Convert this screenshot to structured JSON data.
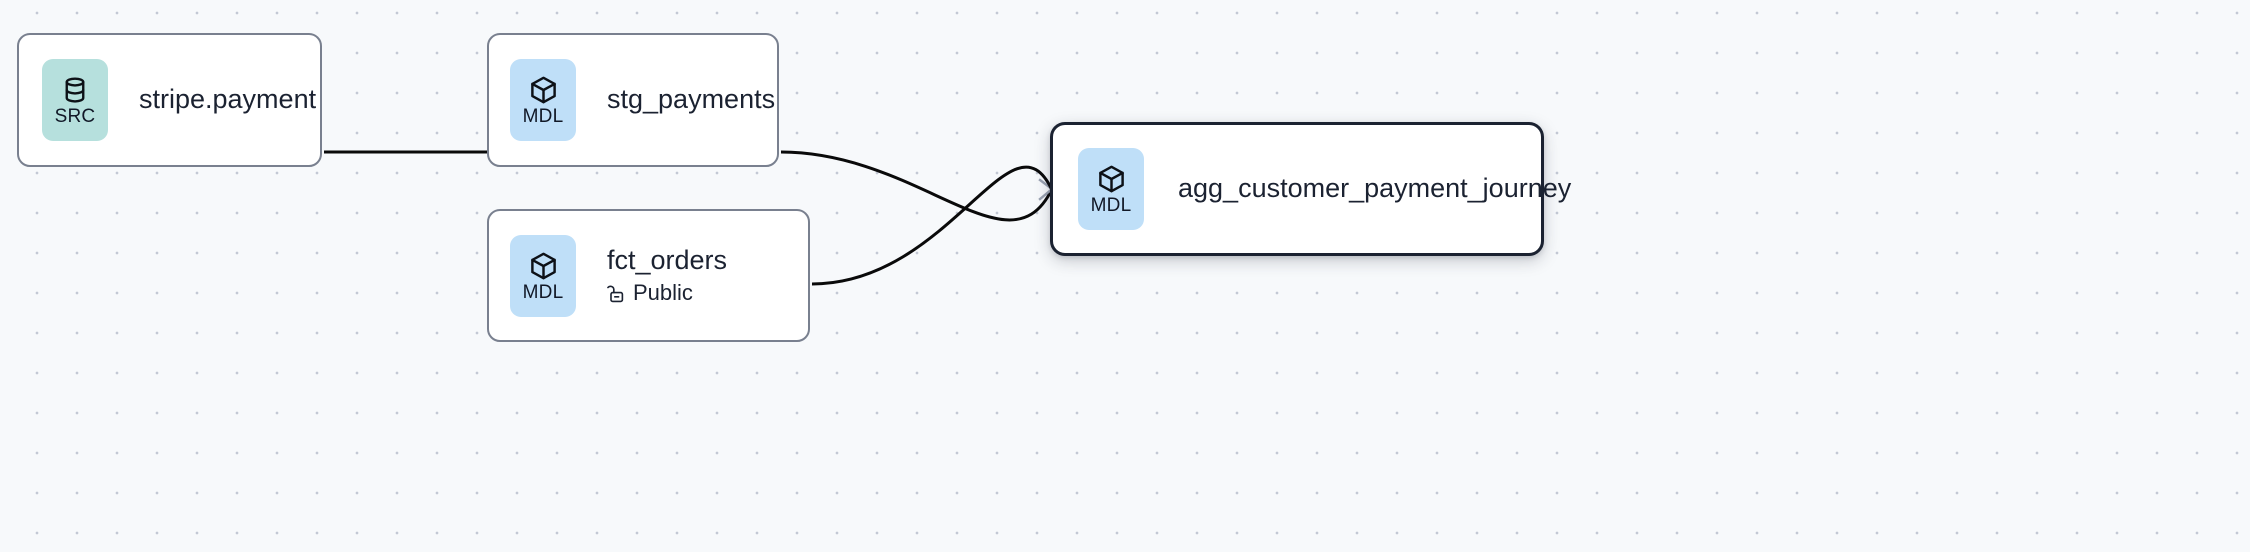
{
  "graph": {
    "background_color": "#f7f9fb",
    "grid_dot_color": "#c3c8d4",
    "edge_color": "#0a0a0a",
    "arrowhead_color": "#9aa2b1",
    "node_border_color": "#79808f",
    "selected_border_color": "#1b2231",
    "src_badge_color": "#b6e0dd",
    "mdl_badge_color": "#bfdff8",
    "nodes": [
      {
        "id": "stripe-payment",
        "title": "stripe.payment",
        "badge_label": "SRC",
        "badge_icon": "database-icon",
        "badge_kind": "src",
        "subtitle": "",
        "subtitle_icon": "",
        "selected": false
      },
      {
        "id": "stg-payments",
        "title": "stg_payments",
        "badge_label": "MDL",
        "badge_icon": "cube-icon",
        "badge_kind": "mdl",
        "subtitle": "",
        "subtitle_icon": "",
        "selected": false
      },
      {
        "id": "fct-orders",
        "title": "fct_orders",
        "badge_label": "MDL",
        "badge_icon": "cube-icon",
        "badge_kind": "mdl",
        "subtitle": "Public",
        "subtitle_icon": "unlock-icon",
        "selected": false
      },
      {
        "id": "agg-customer-payment-journey",
        "title": "agg_customer_payment_journey",
        "badge_label": "MDL",
        "badge_icon": "cube-icon",
        "badge_kind": "mdl",
        "subtitle": "",
        "subtitle_icon": "",
        "selected": true
      }
    ],
    "edges": [
      {
        "id": "edge-stripe-to-stg",
        "from": "stripe-payment",
        "to": "stg-payments"
      },
      {
        "id": "edge-stg-to-agg",
        "from": "stg-payments",
        "to": "agg-customer-payment-journey"
      },
      {
        "id": "edge-fct-to-agg",
        "from": "fct-orders",
        "to": "agg-customer-payment-journey"
      }
    ]
  }
}
